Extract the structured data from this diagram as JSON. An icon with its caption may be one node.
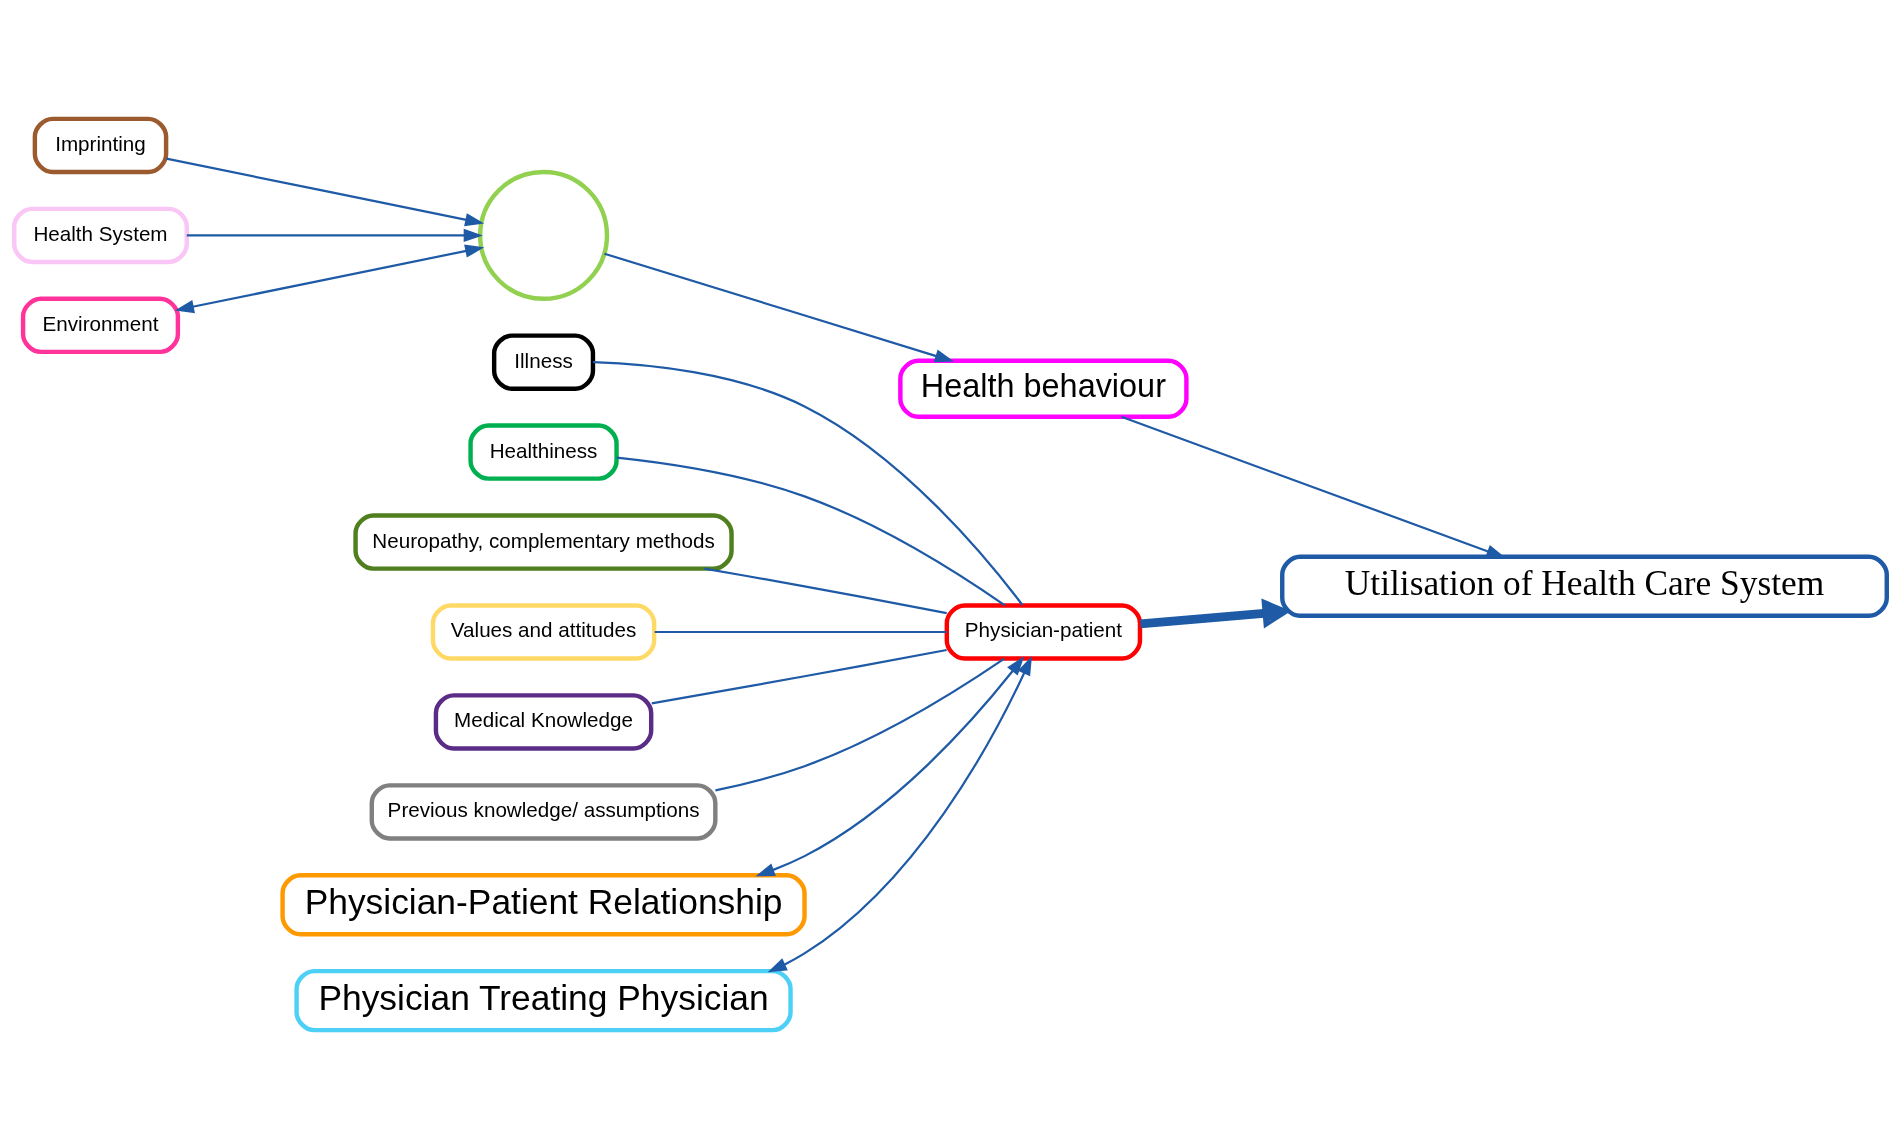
{
  "diagram": {
    "nodes": [
      {
        "text": [
          "Imprinting"
        ]
      },
      {
        "text": [],
        "shape": "circle"
      },
      {
        "text": [
          "Illness"
        ]
      },
      {
        "text": [
          "Healthiness"
        ]
      },
      {
        "text": [
          "Neuropathy, complementary methods"
        ]
      },
      {
        "text": [
          "Health behaviour"
        ]
      },
      {
        "text": [
          "Values and attitudes"
        ]
      },
      {
        "text": [
          "Medical Knowledge"
        ]
      },
      {
        "text": [
          "Previous knowledge/ assumptions"
        ]
      },
      {
        "text": [
          "Physician-patient"
        ]
      },
      {
        "text": [
          "Utilisation of Health Care System"
        ]
      },
      {
        "text": [
          "Health System"
        ]
      },
      {
        "text": [
          "Environment"
        ]
      },
      {
        "text": [
          "Physician-Patient Relationship"
        ]
      },
      {
        "text": [
          "Physician Treating Physician"
        ]
      }
    ],
    "edges": [
      {
        "from": 0,
        "to": 1,
        "arrow": "to"
      },
      {
        "from": 1,
        "to": 5,
        "arrow": "to"
      },
      {
        "from": 5,
        "to": 10,
        "arrow": "to"
      },
      {
        "from": 2,
        "to": 9,
        "arrow": "none"
      },
      {
        "from": 3,
        "to": 9,
        "arrow": "none"
      },
      {
        "from": 6,
        "to": 9,
        "arrow": "none"
      },
      {
        "from": 4,
        "to": 9,
        "arrow": "none"
      },
      {
        "from": 7,
        "to": 9,
        "arrow": "none"
      },
      {
        "from": 8,
        "to": 9,
        "arrow": "none"
      },
      {
        "from": 9,
        "to": 10,
        "arrow": "to",
        "style": "thick"
      },
      {
        "from": 11,
        "to": 1,
        "arrow": "to"
      },
      {
        "from": 12,
        "to": 1,
        "arrow": "both"
      },
      {
        "from": 13,
        "to": 9,
        "arrow": "both"
      },
      {
        "from": 14,
        "to": 9,
        "arrow": "both"
      }
    ]
  }
}
